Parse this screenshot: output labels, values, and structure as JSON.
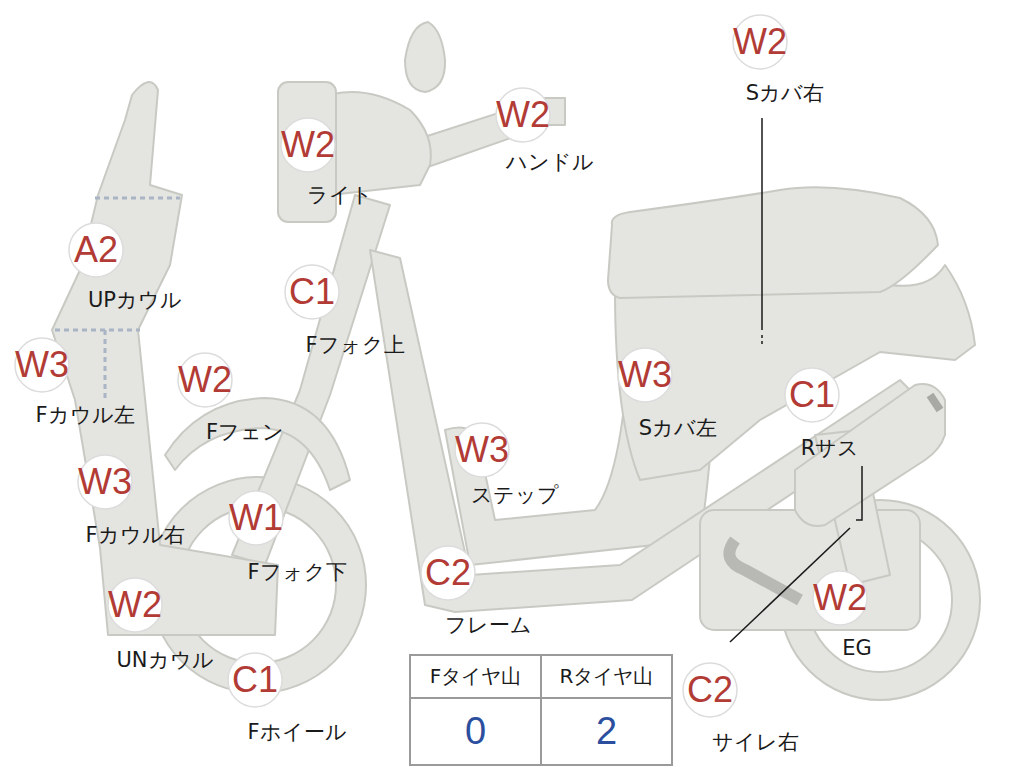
{
  "diagram": {
    "nodes": [
      {
        "text": [
          "W2",
          "Sカバ右"
        ]
      },
      {
        "text": [
          "W2",
          "ハンドル"
        ]
      },
      {
        "text": [
          "W2",
          "ライト"
        ]
      },
      {
        "text": [
          "A2",
          "UPカウル"
        ]
      },
      {
        "text": [
          "C1",
          "Fフォク上"
        ]
      },
      {
        "text": [
          "W3",
          "Fカウル左"
        ]
      },
      {
        "text": [
          "W3",
          "Sカバ左"
        ]
      },
      {
        "text": [
          "W2",
          "Fフェン"
        ]
      },
      {
        "text": [
          "C1",
          "Rサス"
        ]
      },
      {
        "text": [
          "W3",
          "ステップ"
        ]
      },
      {
        "text": [
          "W3",
          "Fカウル右"
        ]
      },
      {
        "text": [
          "W1",
          "Fフォク下"
        ]
      },
      {
        "text": [
          "C2",
          "フレーム"
        ]
      },
      {
        "text": [
          "W2",
          "EG"
        ]
      },
      {
        "text": [
          "W2",
          "UNカウル"
        ]
      },
      {
        "text": [
          "C1",
          "Fホイール"
        ]
      },
      {
        "text": [
          "C2",
          "サイレ右"
        ]
      }
    ],
    "labels": [
      "Fタイヤ山",
      "Rタイヤ山",
      "0",
      "2"
    ]
  }
}
